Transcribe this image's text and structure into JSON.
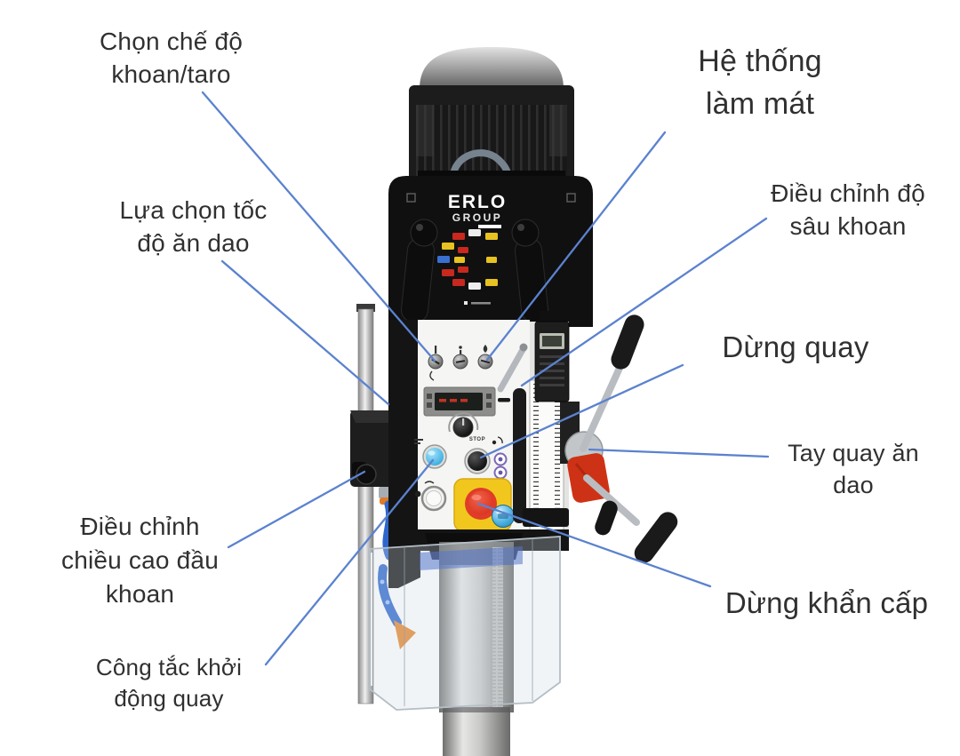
{
  "colors": {
    "leader_line": "#5b82cf",
    "label_text": "#303030",
    "estop_red": "#e03c28",
    "estop_yellow": "#f2c71d",
    "start_button_blue": "#4fb9e6",
    "handwheel_hub_red": "#ce3216",
    "coolant_hose_blue": "#2f66cc"
  },
  "machine": {
    "brand": "ERLO",
    "brand_sub": "GROUP",
    "stop_button_label": "STOP"
  },
  "labels": {
    "mode": {
      "text": "Chọn chế độ\nkhoan/taro"
    },
    "feed": {
      "text": "Lựa chọn tốc\nđộ ăn dao"
    },
    "height": {
      "text": "Điều chỉnh\nchiều cao đầu\nkhoan"
    },
    "start": {
      "text": "Công tắc khởi\nđộng quay"
    },
    "coolant": {
      "text": "Hệ thống\nlàm mát"
    },
    "depth": {
      "text": "Điều chỉnh độ\nsâu khoan"
    },
    "stop": {
      "text": "Dừng quay"
    },
    "handwheel": {
      "text": "Tay quay ăn\ndao"
    },
    "estop": {
      "text": "Dừng khẩn cấp"
    }
  }
}
